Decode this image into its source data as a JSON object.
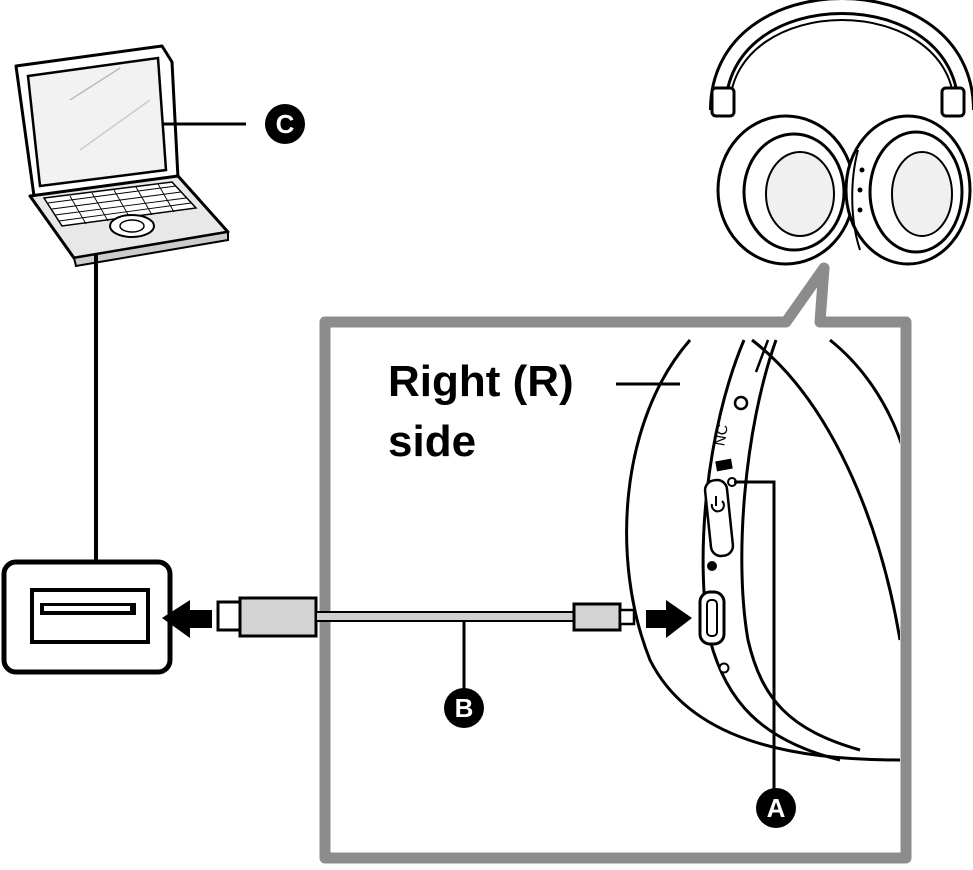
{
  "callout": {
    "line1": "Right (R)",
    "line2": "side"
  },
  "markers": {
    "a": "A",
    "b": "B",
    "c": "C"
  },
  "earcup_labels": {
    "nc": "NC"
  },
  "colors": {
    "frame_gray": "#8c8c8c",
    "ink": "#000000",
    "cable_gray": "#cfcfcf",
    "paper": "#ffffff"
  }
}
